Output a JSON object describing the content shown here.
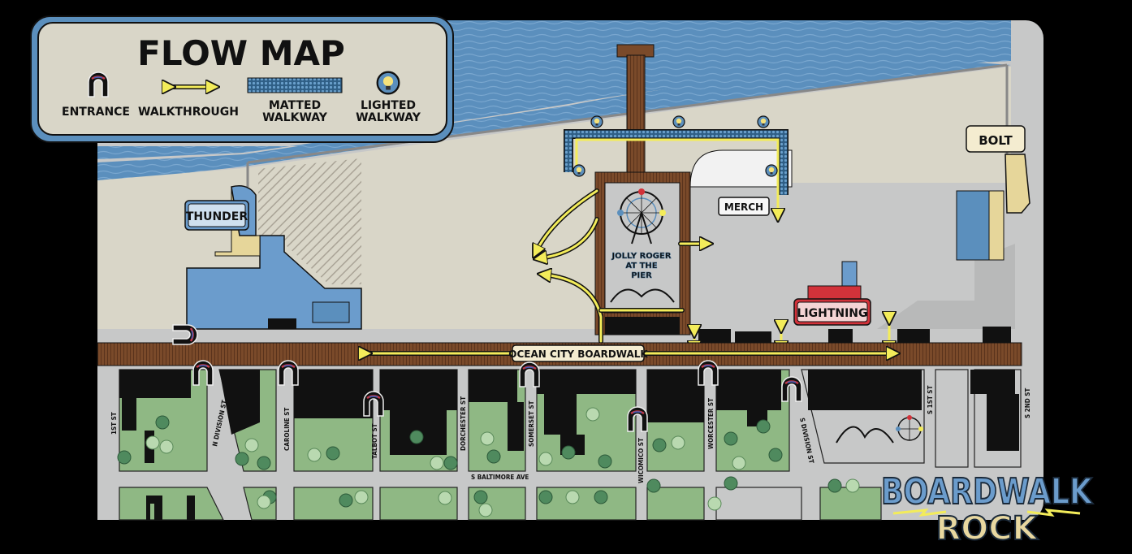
{
  "legend": {
    "title": "FLOW MAP",
    "items": [
      {
        "label": "ENTRANCE"
      },
      {
        "label": "WALKTHROUGH"
      },
      {
        "label1": "MATTED",
        "label2": "WALKWAY"
      },
      {
        "label1": "LIGHTED",
        "label2": "WALKWAY"
      }
    ]
  },
  "venues": {
    "thunder": "THUNDER",
    "merch": "MERCH",
    "bolt": "BOLT",
    "lightning": "LIGHTNING",
    "jolly_roger": [
      "JOLLY ROGER",
      "AT THE",
      "PIER"
    ]
  },
  "boardwalk_label": "OCEAN CITY BOARDWALK",
  "streets": {
    "first": "1ST ST",
    "n_division": "N DIVISION ST",
    "caroline": "CAROLINE ST",
    "talbot": "TALBOT ST",
    "dorchester": "DORCHESTER ST",
    "somerset": "SOMERSET ST",
    "wicomico": "WICOMICO ST",
    "worcester": "WORCESTER ST",
    "s_division": "S DIVISION ST",
    "s_first": "S 1ST ST",
    "s_second": "S 2ND ST",
    "baltimore": "S BALTIMORE AVE"
  },
  "logo": {
    "line1": "BOARDWALK",
    "line2": "ROCK"
  },
  "colors": {
    "water": "#5b8fbd",
    "sand": "#d9d6c8",
    "lot": "#c7c8c8",
    "grass": "#8fb884",
    "boardwalk": "#7a4a2a",
    "arrow": "#f3ec5a",
    "venue_blue": "#6b9ccc",
    "lightning_red": "#d2323a"
  }
}
